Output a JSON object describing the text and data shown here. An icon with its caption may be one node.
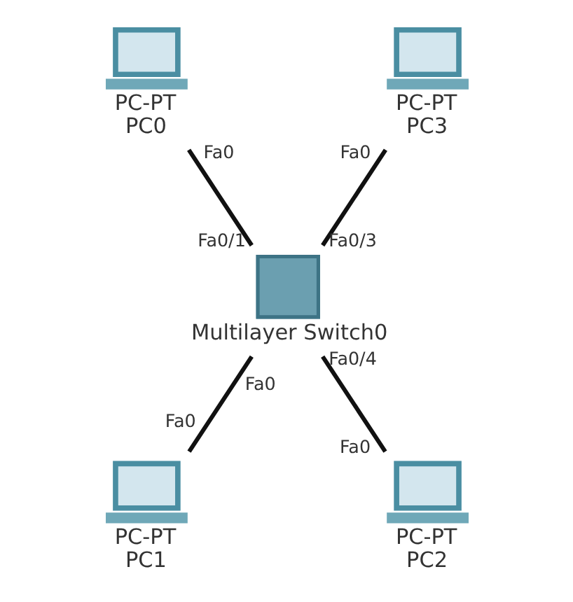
{
  "diagram": {
    "nodes": [
      {
        "text": [
          "PC-PT",
          "PC0"
        ],
        "beside": [
          "Fa0"
        ]
      },
      {
        "text": [
          "PC-PT",
          "PC3"
        ],
        "beside": [
          "Fa0"
        ]
      },
      {
        "text": [
          "Multilayer Switch0"
        ],
        "beside": [
          "Fa0/1",
          "Fa0/3",
          "Fa0",
          "Fa0/4"
        ]
      },
      {
        "text": [
          "PC-PT",
          "PC1"
        ],
        "beside": [
          "Fa0"
        ]
      },
      {
        "text": [
          "PC-PT",
          "PC2"
        ],
        "beside": [
          "Fa0"
        ]
      }
    ],
    "edges": [
      {
        "from": 0,
        "to": 2,
        "arrow": "none"
      },
      {
        "from": 1,
        "to": 2,
        "arrow": "none"
      },
      {
        "from": 2,
        "to": 3,
        "arrow": "none"
      },
      {
        "from": 2,
        "to": 4,
        "arrow": "none"
      }
    ]
  }
}
